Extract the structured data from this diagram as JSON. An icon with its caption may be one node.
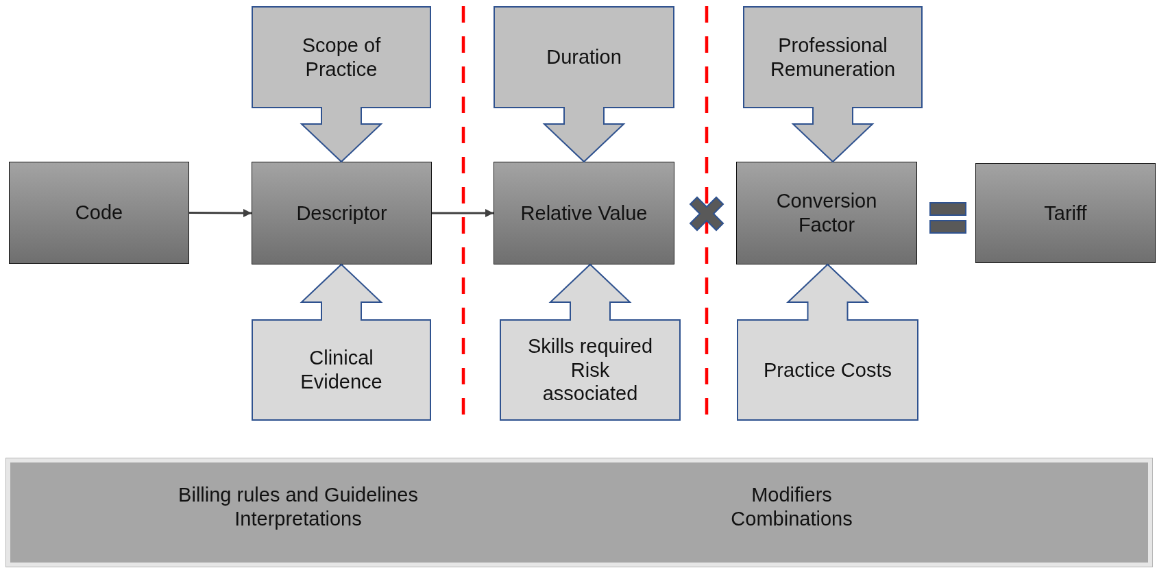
{
  "diagram": {
    "nodes": [
      {
        "text": [
          "Scope of Practice"
        ]
      },
      {
        "text": [
          "Duration"
        ]
      },
      {
        "text": [
          "Professional Remuneration"
        ]
      },
      {
        "text": [
          "Code"
        ]
      },
      {
        "text": [
          "Descriptor"
        ]
      },
      {
        "text": [
          "Relative Value"
        ]
      },
      {
        "text": [
          "Conversion Factor"
        ]
      },
      {
        "text": [
          "Tariff"
        ]
      },
      {
        "text": [
          "Clinical Evidence"
        ]
      },
      {
        "text": [
          "Skills required Risk associated"
        ]
      },
      {
        "text": [
          "Practice Costs"
        ]
      },
      {
        "text": [
          "Billing rules and Guidelines Interpretations",
          "Modifiers Combinations"
        ]
      }
    ],
    "edges": [
      {
        "from": 3,
        "to": 4,
        "arrow": "to"
      },
      {
        "from": 4,
        "to": 5,
        "arrow": "to"
      },
      {
        "from": 0,
        "to": 4,
        "arrow": "to",
        "style": "thick"
      },
      {
        "from": 1,
        "to": 5,
        "arrow": "to",
        "style": "thick"
      },
      {
        "from": 2,
        "to": 6,
        "arrow": "to",
        "style": "thick"
      },
      {
        "from": 8,
        "to": 4,
        "arrow": "to",
        "style": "thick"
      },
      {
        "from": 9,
        "to": 5,
        "arrow": "to",
        "style": "thick"
      },
      {
        "from": 10,
        "to": 6,
        "arrow": "to",
        "style": "thick"
      }
    ]
  }
}
